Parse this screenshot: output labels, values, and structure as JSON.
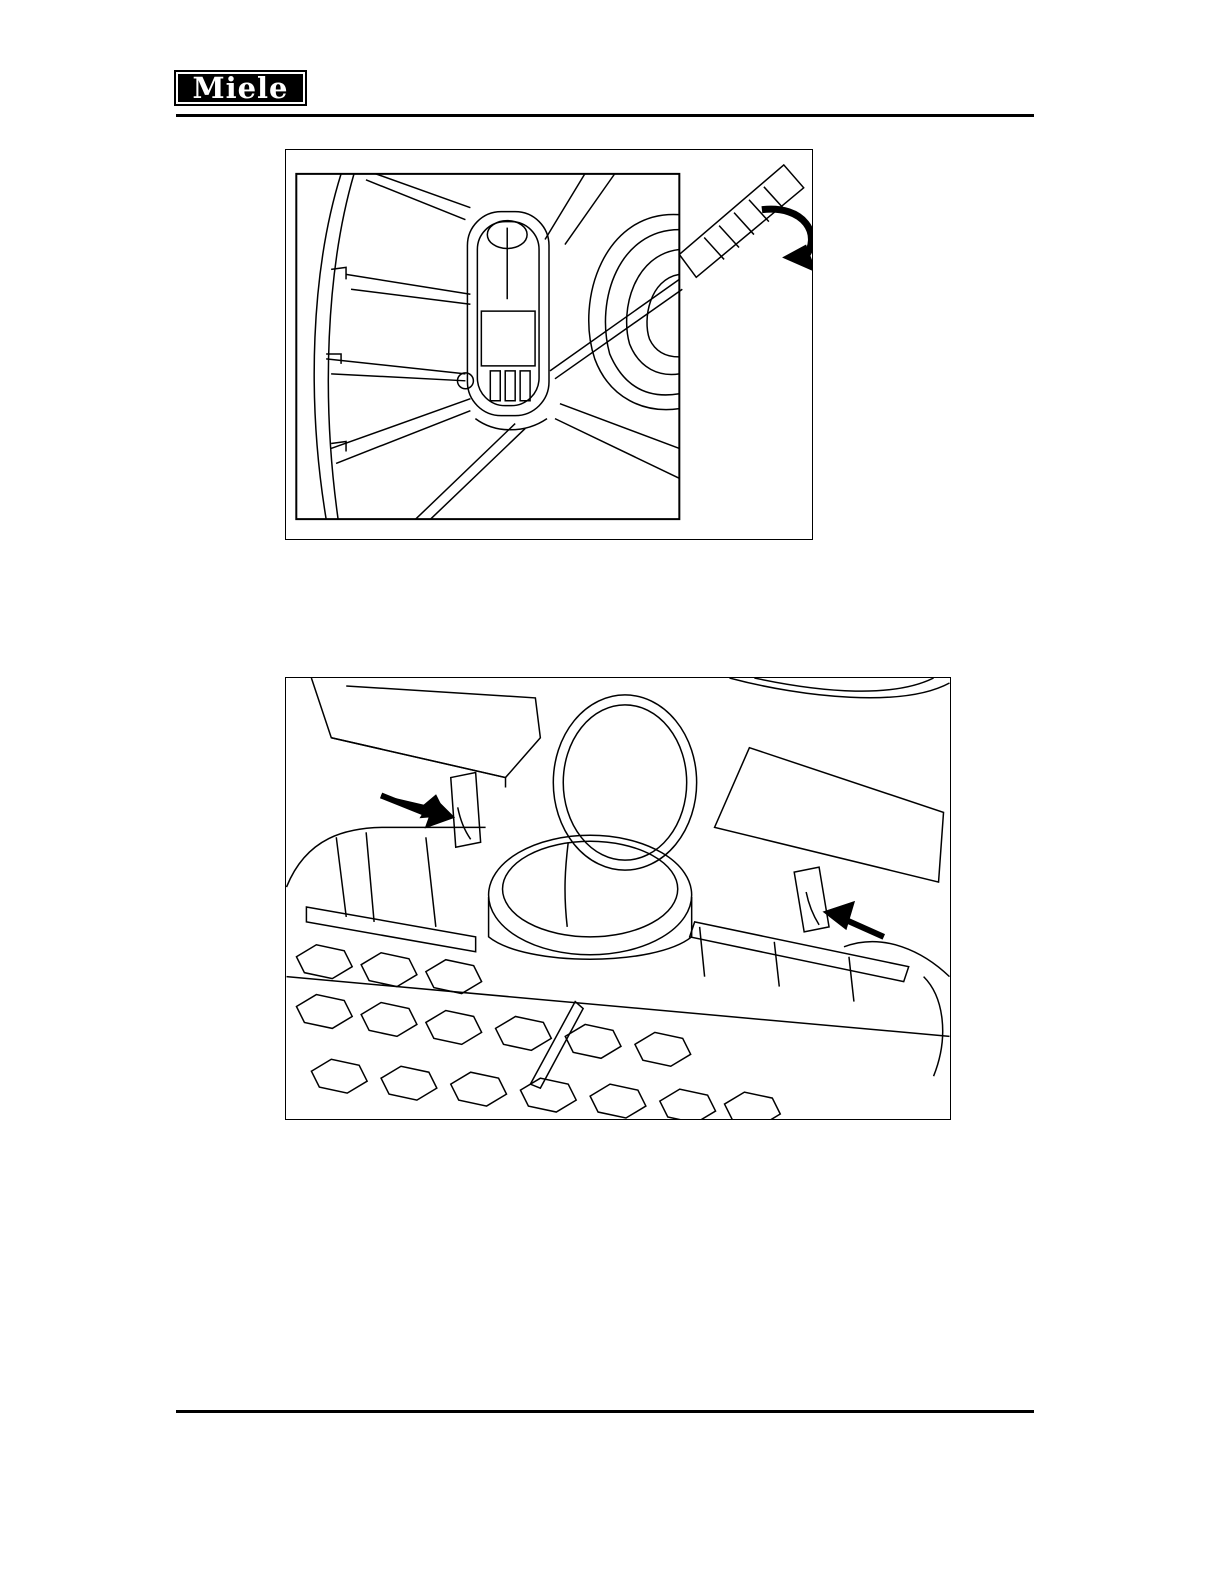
{
  "header": {
    "brand_logo_text": "Miele"
  },
  "figures": [
    {
      "id": "figure-1",
      "depicts": "screwdriver-prying-motor-housing-clip"
    },
    {
      "id": "figure-2",
      "depicts": "arrows-pointing-to-release-tabs"
    }
  ]
}
